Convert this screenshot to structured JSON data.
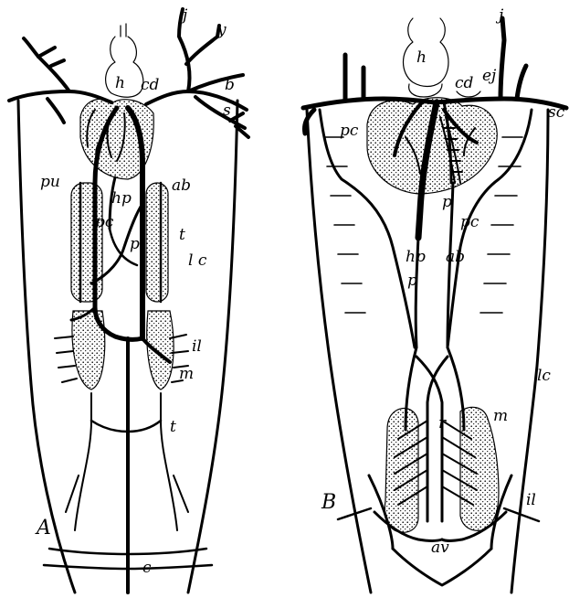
{
  "figure": {
    "panels": [
      {
        "id": "A",
        "letter": "A",
        "labels": {
          "h": "h",
          "cd": "cd",
          "j": "j",
          "y": "y",
          "b": "b",
          "s": "s",
          "pu": "pu",
          "hp": "hp",
          "ab": "ab",
          "pc": "pc",
          "p": "p",
          "t": "t",
          "lc": "l c",
          "il": "il",
          "m": "m",
          "t2": "t",
          "c": "c"
        }
      },
      {
        "id": "B",
        "letter": "B",
        "labels": {
          "h": "h",
          "cd": "cd",
          "ej": "ej",
          "j": "j",
          "sc": "sc",
          "pc": "pc",
          "p": "p",
          "pc2": "pc",
          "hp": "hp",
          "ab": "ab",
          "p2": "p",
          "lc": "lc",
          "m": "m",
          "r": "r",
          "il": "il",
          "av": "av"
        }
      }
    ],
    "colors": {
      "ink": "#000000",
      "paper": "#ffffff",
      "stipple": "#000000"
    }
  }
}
